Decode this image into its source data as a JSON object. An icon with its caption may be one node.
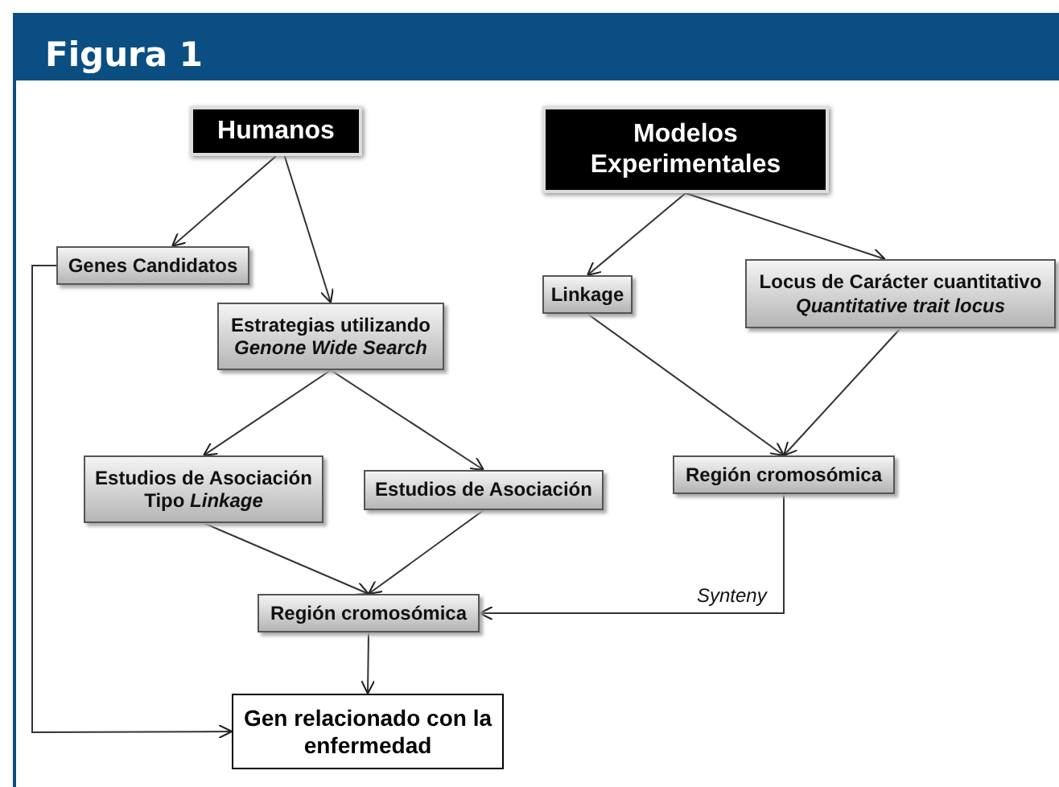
{
  "diagram": {
    "title": "Figura 1",
    "nodes": [
      {
        "text": [
          "Humanos"
        ]
      },
      {
        "text": [
          "Modelos Experimentales"
        ]
      },
      {
        "text": [
          "Genes Candidatos"
        ]
      },
      {
        "text": [
          "Estrategias utilizando *Genone Wide Search*"
        ]
      },
      {
        "text": [
          "Linkage"
        ]
      },
      {
        "text": [
          "Locus de Carácter cuantitativo *Quantitative trait locus*"
        ]
      },
      {
        "text": [
          "Estudios de Asociación Tipo *Linkage*"
        ]
      },
      {
        "text": [
          "Estudios de Asociación"
        ]
      },
      {
        "text": [
          "Región cromosómica"
        ]
      },
      {
        "text": [
          "Región cromosómica"
        ]
      },
      {
        "text": [
          "Gen relacionado con la enfermedad"
        ]
      }
    ],
    "edges": [
      {
        "from": 0,
        "to": 2,
        "arrow": "to"
      },
      {
        "from": 0,
        "to": 3,
        "arrow": "to"
      },
      {
        "from": 1,
        "to": 4,
        "arrow": "to"
      },
      {
        "from": 1,
        "to": 5,
        "arrow": "to"
      },
      {
        "from": 3,
        "to": 6,
        "arrow": "to"
      },
      {
        "from": 3,
        "to": 7,
        "arrow": "to"
      },
      {
        "from": 4,
        "to": 8,
        "arrow": "to"
      },
      {
        "from": 5,
        "to": 8,
        "arrow": "to"
      },
      {
        "from": 6,
        "to": 9,
        "arrow": "to"
      },
      {
        "from": 7,
        "to": 9,
        "arrow": "to"
      },
      {
        "from": 8,
        "to": 9,
        "arrow": "to",
        "label": "Synteny"
      },
      {
        "from": 9,
        "to": 10,
        "arrow": "to"
      },
      {
        "from": 2,
        "to": 10,
        "arrow": "to"
      }
    ]
  }
}
